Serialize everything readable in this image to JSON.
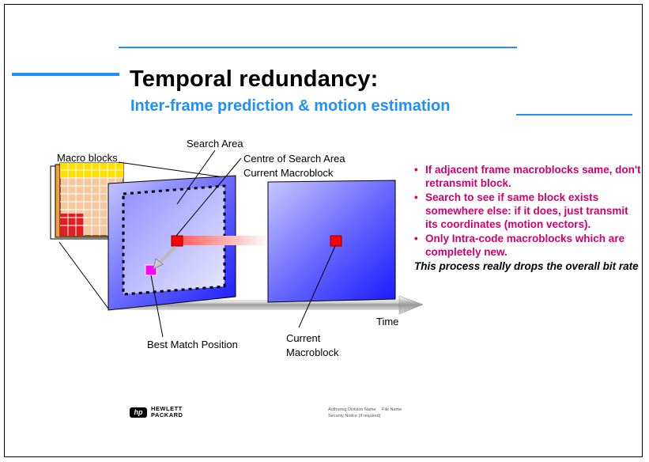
{
  "title": "Temporal redundancy:",
  "subtitle": "Inter-frame prediction & motion estimation",
  "diagram": {
    "macro_blocks": "Macro blocks",
    "search_area": "Search Area",
    "centre_line1": "Centre of Search Area",
    "centre_line2": "Current Macroblock",
    "best_match": "Best Match Position",
    "current_line1": "Current",
    "current_line2": "Macroblock",
    "time": "Time"
  },
  "bullets": [
    "If adjacent frame macroblocks same, don't retransmit block.",
    "Search to see if same block exists somewhere else: if it does, just transmit its coordinates (motion vectors).",
    "Only Intra-code macroblocks which are completely new."
  ],
  "note": "This process really drops the overall bit rate",
  "footer": {
    "logo_mark": "hp",
    "company_line1": "HEWLETT",
    "company_line2": "PACKARD",
    "line1": "Authoring Division Name     File Name",
    "line2": "Security Notice (if required)"
  },
  "colors": {
    "accent": "#1e90ff",
    "bullet": "#d0006f",
    "frame": "#4a55ee"
  }
}
